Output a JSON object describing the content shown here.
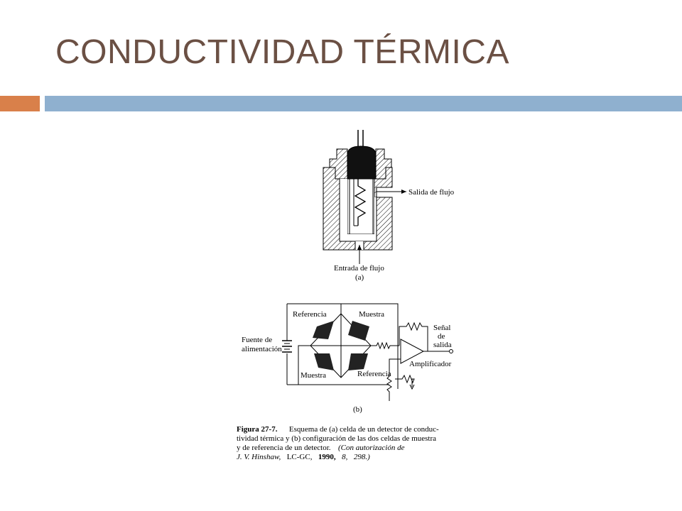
{
  "slide": {
    "title": "CONDUCTIVIDAD TÉRMICA"
  },
  "colors": {
    "title": "#6b5044",
    "accent_orange": "#d9804a",
    "accent_blue": "#8fb0cf"
  },
  "figure_a": {
    "outlet_label": "Salida de flujo",
    "inlet_label": "Entrada de flujo",
    "panel_label": "(a)"
  },
  "figure_b": {
    "reference_top": "Referencia",
    "sample_top": "Muestra",
    "power_line1": "Fuente de",
    "power_line2": "alimentación",
    "sample_bottom": "Muestra",
    "reference_bottom": "Referencia",
    "signal_line1": "Señal",
    "signal_line2": "de",
    "signal_line3": "salida",
    "amplifier": "Amplificador",
    "panel_label": "(b)"
  },
  "caption": {
    "fig_number": "Figura 27-7.",
    "line1": "Esquema de (a) celda de un detector de conduc-",
    "line2": "tividad térmica y (b) configuración de las dos celdas de muestra",
    "line3": "y de referencia de un detector.",
    "line3_italic": "(Con autorización de",
    "line4_author": "J. V. Hinshaw,",
    "line4_source": "LC-GC,",
    "line4_year": "1990,",
    "line4_vol": "8,",
    "line4_page": "298.)"
  }
}
